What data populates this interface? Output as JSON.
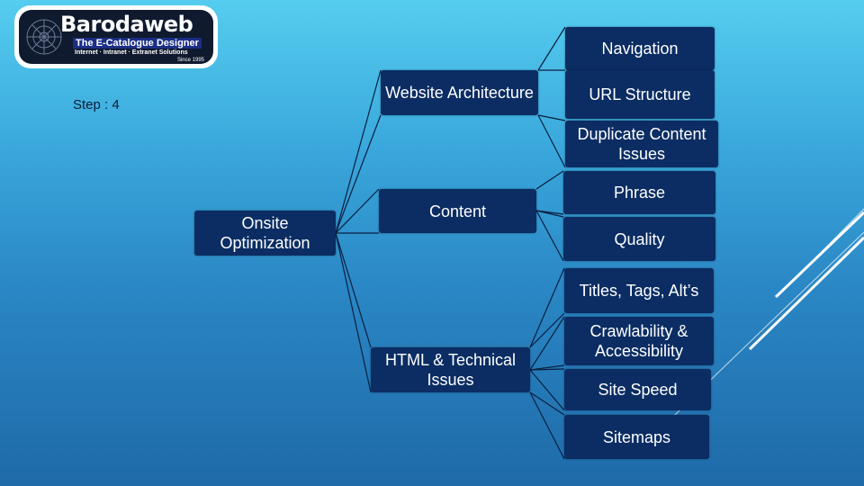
{
  "logo": {
    "name": "Barodaweb",
    "tagline": "The E-Catalogue Designer",
    "sub": "Internet · Intranet · Extranet Solutions",
    "since": "Since 1995"
  },
  "step_label": "Step : 4",
  "diagram": {
    "root": "Onsite Optimization",
    "branches": [
      {
        "label": "Website Architecture",
        "children": [
          "Navigation",
          "URL Structure",
          "Duplicate Content Issues"
        ]
      },
      {
        "label": "Content",
        "children": [
          "Phrase",
          "Quality"
        ]
      },
      {
        "label": "HTML & Technical Issues",
        "children": [
          "Titles, Tags, Alt’s",
          "Crawlability & Accessibility",
          "Site Speed",
          "Sitemaps"
        ]
      }
    ]
  },
  "colors": {
    "node": "#0b2d63",
    "connector": "#0a1f3f",
    "text": "#ffffff"
  }
}
